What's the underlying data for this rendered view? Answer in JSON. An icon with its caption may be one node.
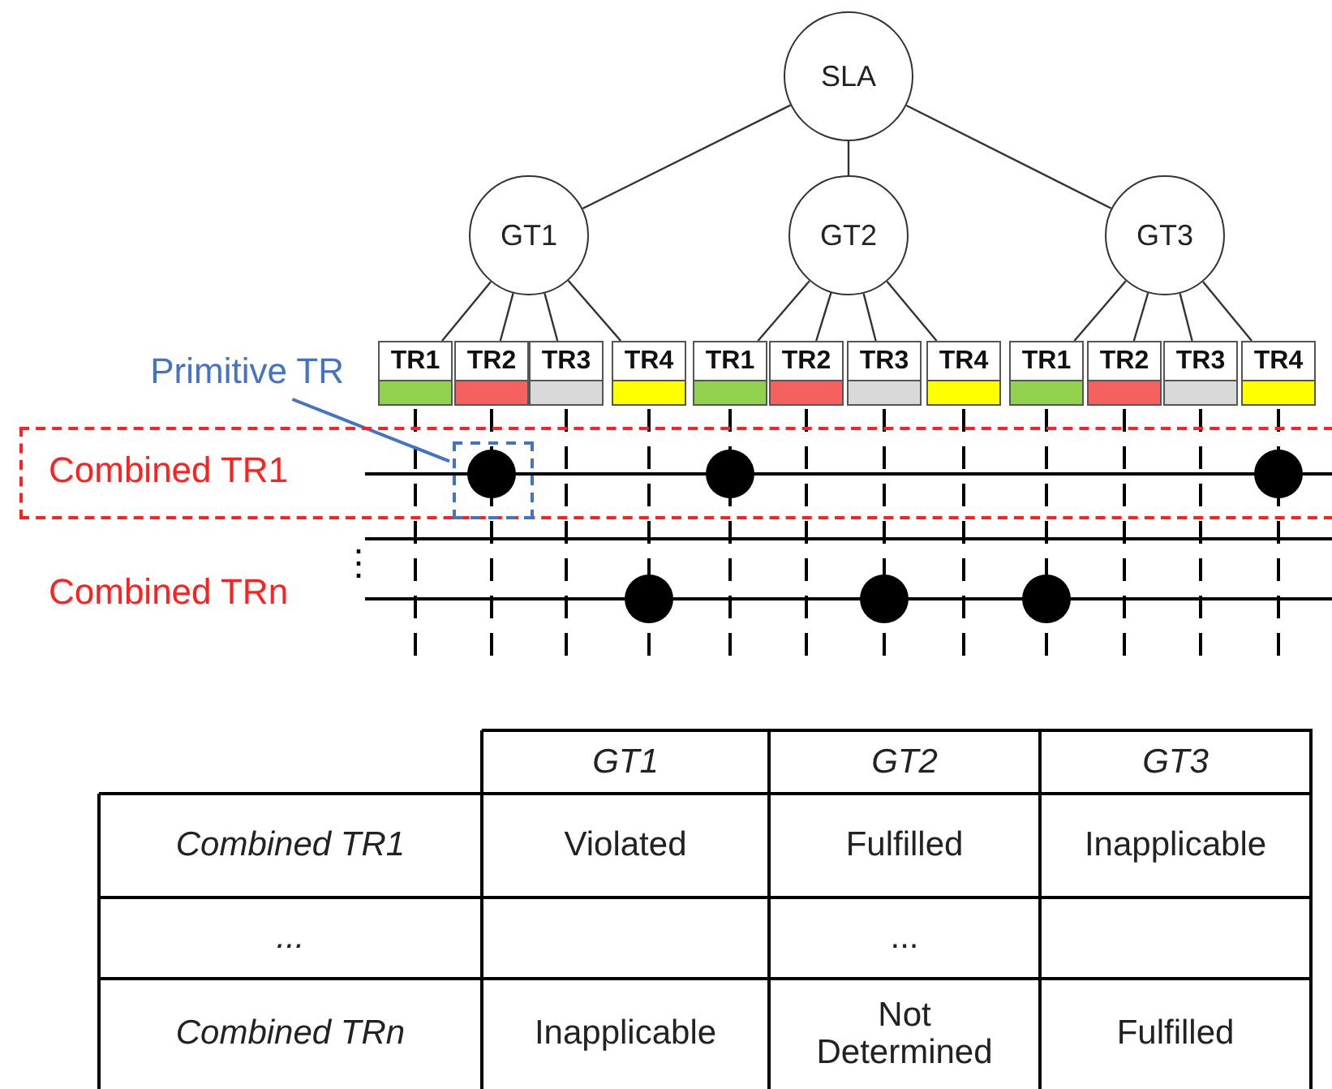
{
  "diagram": {
    "nodes": [
      {
        "text": [
          "SLA"
        ]
      },
      {
        "text": [
          "GT1"
        ]
      },
      {
        "text": [
          "GT2"
        ]
      },
      {
        "text": [
          "GT3"
        ]
      },
      {
        "text": [
          "TR1"
        ]
      },
      {
        "text": [
          "TR2"
        ]
      },
      {
        "text": [
          "TR3"
        ]
      },
      {
        "text": [
          "TR4"
        ]
      },
      {
        "text": [
          "TR1"
        ]
      },
      {
        "text": [
          "TR2"
        ]
      },
      {
        "text": [
          "TR3"
        ]
      },
      {
        "text": [
          "TR4"
        ]
      },
      {
        "text": [
          "TR1"
        ]
      },
      {
        "text": [
          "TR2"
        ]
      },
      {
        "text": [
          "TR3"
        ]
      },
      {
        "text": [
          "TR4"
        ]
      },
      {
        "text": [
          "Primitive TR"
        ]
      },
      {
        "text": [
          "Combined TR1"
        ]
      },
      {
        "text": [],
        "shape": "box",
        "in": 17
      }
    ],
    "edges": [
      {
        "from": 0,
        "to": 1,
        "arrow": "none"
      },
      {
        "from": 0,
        "to": 2,
        "arrow": "none"
      },
      {
        "from": 0,
        "to": 3,
        "arrow": "none"
      },
      {
        "from": 1,
        "to": 4,
        "arrow": "none"
      },
      {
        "from": 1,
        "to": 5,
        "arrow": "none"
      },
      {
        "from": 1,
        "to": 6,
        "arrow": "none"
      },
      {
        "from": 1,
        "to": 7,
        "arrow": "none"
      },
      {
        "from": 2,
        "to": 8,
        "arrow": "none"
      },
      {
        "from": 2,
        "to": 9,
        "arrow": "none"
      },
      {
        "from": 2,
        "to": 10,
        "arrow": "none"
      },
      {
        "from": 2,
        "to": 11,
        "arrow": "none"
      },
      {
        "from": 3,
        "to": 12,
        "arrow": "none"
      },
      {
        "from": 3,
        "to": 13,
        "arrow": "none"
      },
      {
        "from": 3,
        "to": 14,
        "arrow": "none"
      },
      {
        "from": 3,
        "to": 15,
        "arrow": "none"
      },
      {
        "from": 16,
        "to": 18,
        "arrow": "none",
        "color": "#4472c4"
      }
    ],
    "labels": [
      "⋮",
      "Combined TRn",
      "GT1",
      "GT2",
      "GT3",
      "Combined TR1",
      "Violated",
      "Fulfilled",
      "Inapplicable",
      "...",
      "...",
      "Combined TRn",
      "Inapplicable",
      "Not Determined",
      "Fulfilled"
    ]
  }
}
